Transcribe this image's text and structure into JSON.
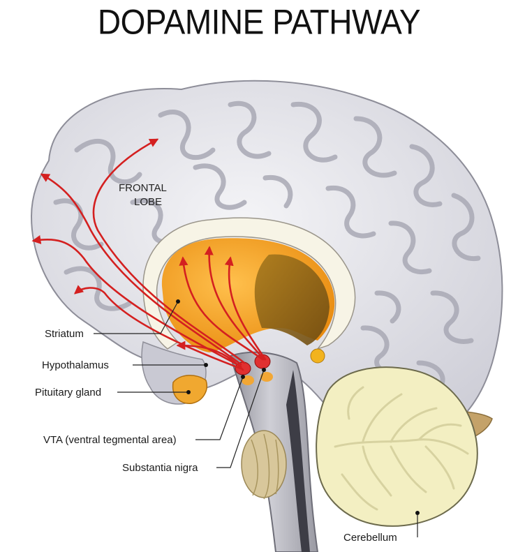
{
  "title": "DOPAMINE PATHWAY",
  "labels": {
    "frontal_lobe_line1": "FRONTAL",
    "frontal_lobe_line2": "LOBE",
    "striatum": "Striatum",
    "hypothalamus": "Hypothalamus",
    "pituitary_gland": "Pituitary gland",
    "vta": "VTA (ventral tegmental area)",
    "substantia_nigra": "Substantia nigra",
    "cerebellum": "Cerebellum"
  },
  "colors": {
    "pathway": "#d42020",
    "brain_fill": "#e4e4ea",
    "gyri_dark": "#b9b9c4",
    "striatum": "#f5a623",
    "cerebellum": "#f3efc2"
  }
}
